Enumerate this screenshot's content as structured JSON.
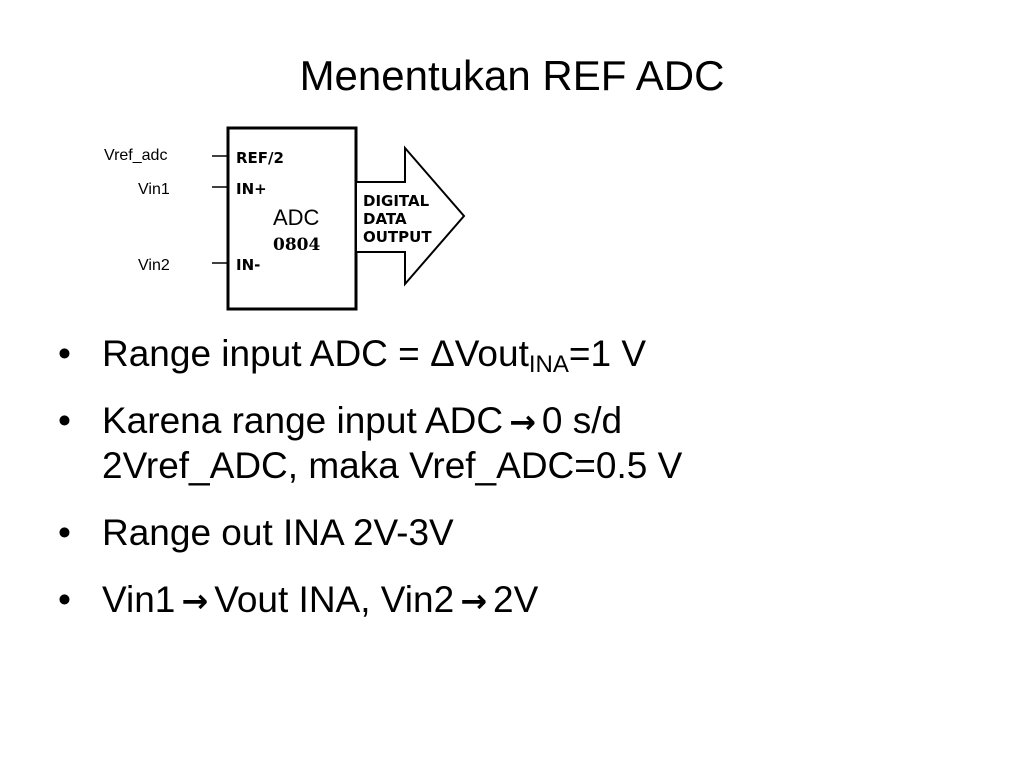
{
  "title": "Menentukan REF ADC",
  "diagram": {
    "pin_labels": {
      "vref": "Vref_adc",
      "vin1": "Vin1",
      "vin2": "Vin2"
    },
    "chip_pins": {
      "ref": "REF/2",
      "in_plus": "IN+",
      "in_minus": "IN-"
    },
    "chip_name": "ADC",
    "chip_number": "0804",
    "output_lines": [
      "DIGITAL",
      "DATA",
      "OUTPUT"
    ]
  },
  "bullets": {
    "dot": "•",
    "arrow": "→",
    "b1": {
      "text": "Range input ADC = ΔVout",
      "sub": "INA",
      "tail": "=1 V"
    },
    "b2": {
      "line1_before": "Karena range input ADC",
      "line1_after": "0 s/d",
      "line2": "2Vref_ADC, maka Vref_ADC=0.5 V"
    },
    "b3": {
      "text": "Range out INA 2V-3V"
    },
    "b4": {
      "part1": "Vin1",
      "part2": "Vout INA, Vin2",
      "part3": "2V"
    }
  }
}
